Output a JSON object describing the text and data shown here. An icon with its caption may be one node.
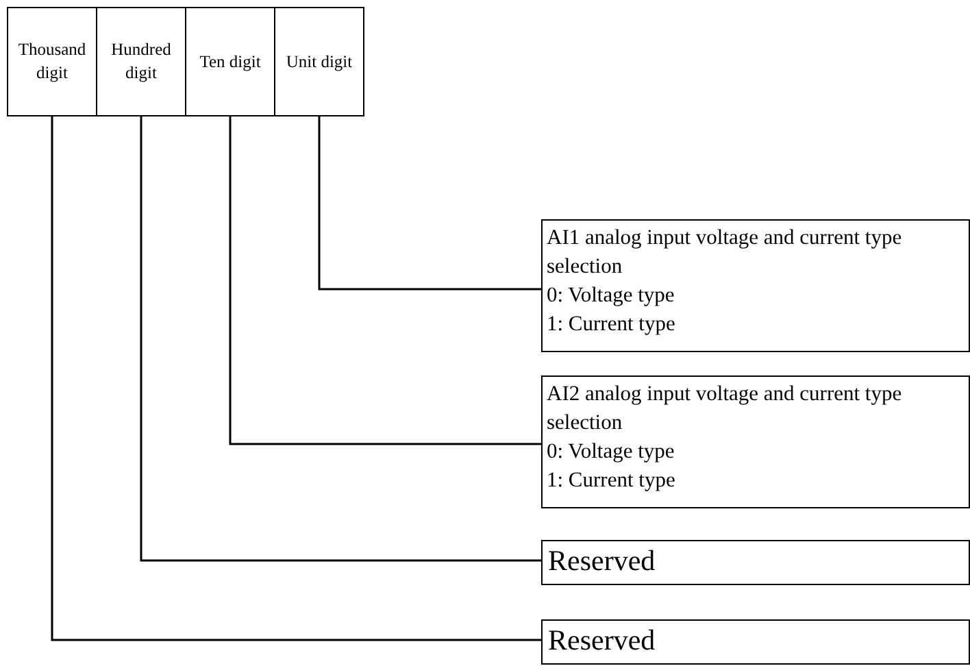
{
  "diagram": {
    "nodes": [
      {
        "text": [
          "Thousand digit"
        ]
      },
      {
        "text": [
          "Hundred digit"
        ]
      },
      {
        "text": [
          "Ten digit"
        ]
      },
      {
        "text": [
          "Unit digit"
        ]
      },
      {
        "text": [
          "AI1 analog input voltage and current type selection",
          "0: Voltage type",
          "1: Current type"
        ]
      },
      {
        "text": [
          "AI2 analog input voltage and current type selection",
          "0: Voltage type",
          "1: Current type"
        ]
      },
      {
        "text": [
          "Reserved"
        ]
      },
      {
        "text": [
          "Reserved"
        ]
      }
    ],
    "edges": [
      {
        "from": 3,
        "to": 4,
        "arrow": "none"
      },
      {
        "from": 2,
        "to": 5,
        "arrow": "none"
      },
      {
        "from": 1,
        "to": 6,
        "arrow": "none"
      },
      {
        "from": 0,
        "to": 7,
        "arrow": "none"
      }
    ]
  }
}
